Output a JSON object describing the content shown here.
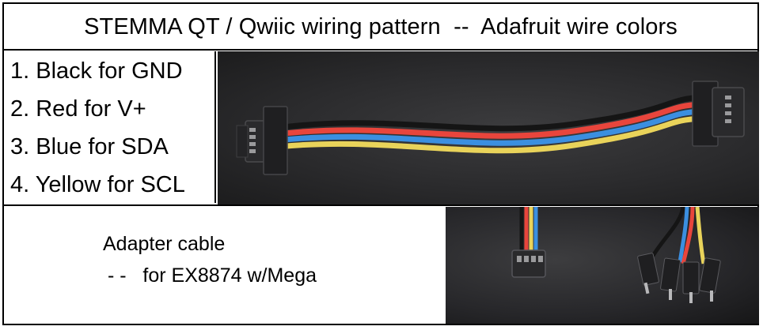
{
  "title": "STEMMA QT / Qwiic wiring pattern  --  Adafruit wire colors",
  "legend": [
    {
      "text": "1. Black for GND",
      "wire_color": "#1a1a1a"
    },
    {
      "text": "2. Red for V+",
      "wire_color": "#e8453c"
    },
    {
      "text": "3. Blue for SDA",
      "wire_color": "#3b8fe0"
    },
    {
      "text": "4. Yellow for SCL",
      "wire_color": "#e9d35a"
    }
  ],
  "caption": {
    "line1": "Adapter cable",
    "line2": "- -   for EX8874 w/Mega"
  },
  "colors": {
    "border": "#000000",
    "photo_background": "#2b2b2d",
    "connector": "#2a2a2c"
  }
}
